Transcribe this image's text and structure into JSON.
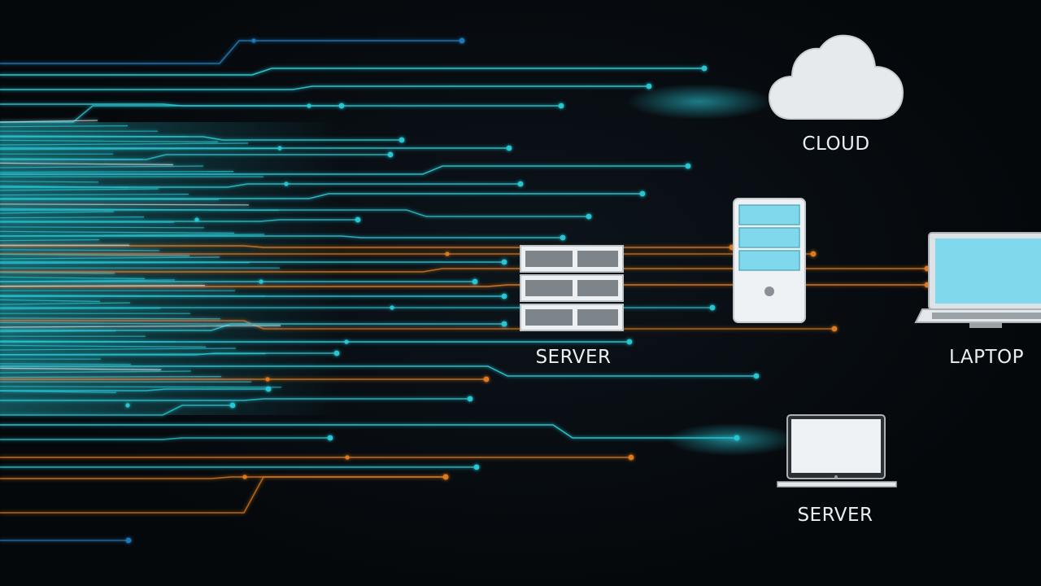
{
  "diagram": {
    "nodes": [
      {
        "id": "cloud",
        "label": "CLOUD",
        "icon": "cloud-icon"
      },
      {
        "id": "server-rack",
        "label": "SERVER",
        "icon": "server-rack-icon"
      },
      {
        "id": "server-tower",
        "label": "",
        "icon": "server-tower-icon"
      },
      {
        "id": "laptop",
        "label": "LAPTOP",
        "icon": "laptop-icon"
      },
      {
        "id": "monitor",
        "label": "SERVER",
        "icon": "monitor-icon"
      }
    ]
  },
  "colors": {
    "background": "#06090d",
    "cyan_line": "#27c7d4",
    "blue_line": "#1f78b8",
    "orange_line": "#e07a1c",
    "device_white": "#eef1f3",
    "screen_cyan": "#7fd8ec",
    "label_text": "#e9eef2"
  }
}
